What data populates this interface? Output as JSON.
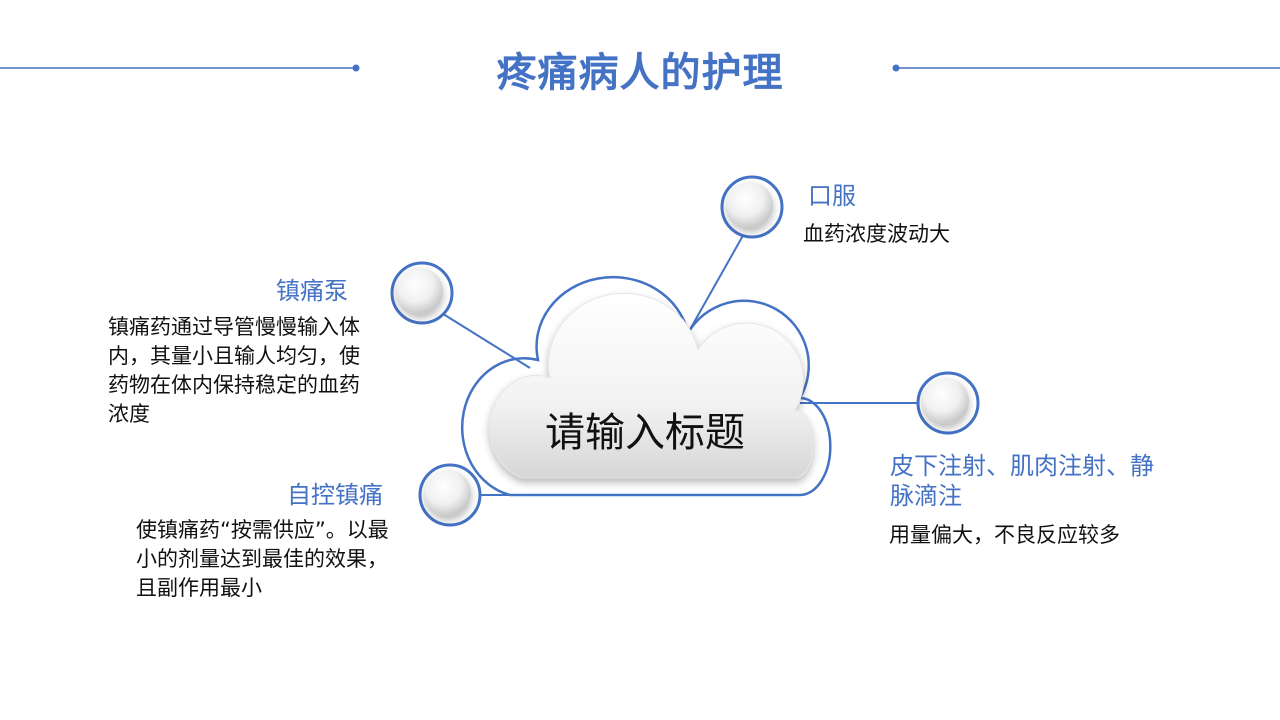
{
  "title": "疼痛病人的护理",
  "center": {
    "label": "请输入标题"
  },
  "nodes": [
    {
      "title": "镇痛泵",
      "text": "镇痛药通过导管慢慢输入体内，其量小且输人均匀，使药物在体内保持稳定的血药浓度"
    },
    {
      "title": "自控镇痛",
      "text": "使镇痛药“按需供应”。以最小的剂量达到最佳的效果，且副作用最小"
    },
    {
      "title": "口服",
      "text": "血药浓度波动大"
    },
    {
      "title": "皮下注射、肌肉注射、静脉滴注",
      "text": "用量偏大，不良反应较多"
    }
  ],
  "colors": {
    "accent": "#4472c4",
    "text": "#111111"
  }
}
